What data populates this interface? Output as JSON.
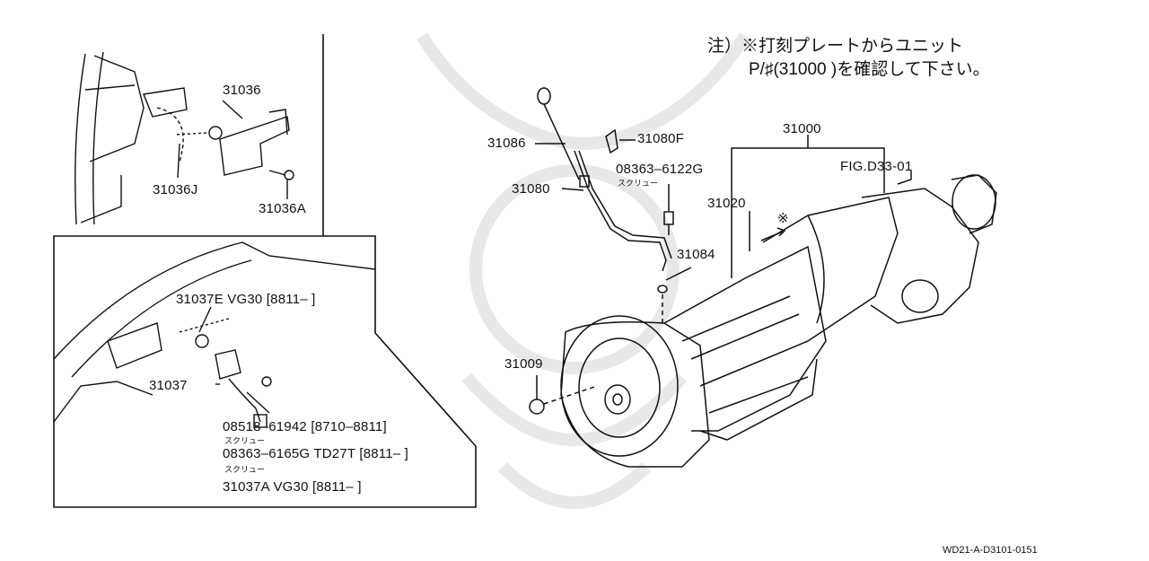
{
  "note": {
    "line1": "注）※打刻プレートからユニット",
    "line2": "P/♯(31000 )を確認して下さい。"
  },
  "labels": {
    "p31036": "31036",
    "p31036J": "31036J",
    "p31036A": "31036A",
    "p31037E": "31037E VG30 [8811–        ]",
    "p31037": "31037",
    "p08518": "08518–61942 [8710–8811]",
    "screw1": "スクリュー",
    "p08363_6165G": "08363–6165G TD27T [8811–        ]",
    "screw2": "スクリュー",
    "p31037A": "31037A  VG30 [8811–        ]",
    "p31086": "31086",
    "p31080F": "31080F",
    "p08363_6122G": "08363–6122G",
    "screw3": "スクリュー",
    "p31080": "31080",
    "p31000": "31000",
    "fig": "FIG.D33-01",
    "p31020": "31020",
    "mark": "※",
    "p31084": "31084",
    "p31009": "31009"
  },
  "footer_code": "WD21-A-D3101-0151"
}
